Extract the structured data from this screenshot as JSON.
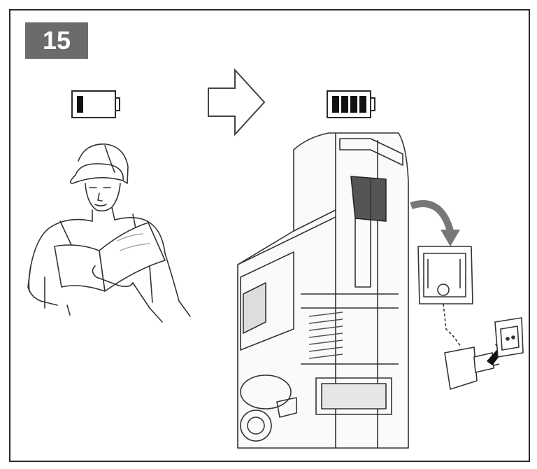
{
  "step": {
    "number": "15"
  },
  "battery_before": {
    "icon": "battery-low-icon",
    "level_bars": 1,
    "max_bars": 4
  },
  "battery_after": {
    "icon": "battery-full-icon",
    "level_bars": 4,
    "max_bars": 4
  },
  "arrow": {
    "icon": "arrow-right-icon"
  },
  "colors": {
    "badge": "#6b6b6b",
    "line": "#2a2a2a",
    "battery_pack": "#555555",
    "outline": "#333333"
  }
}
